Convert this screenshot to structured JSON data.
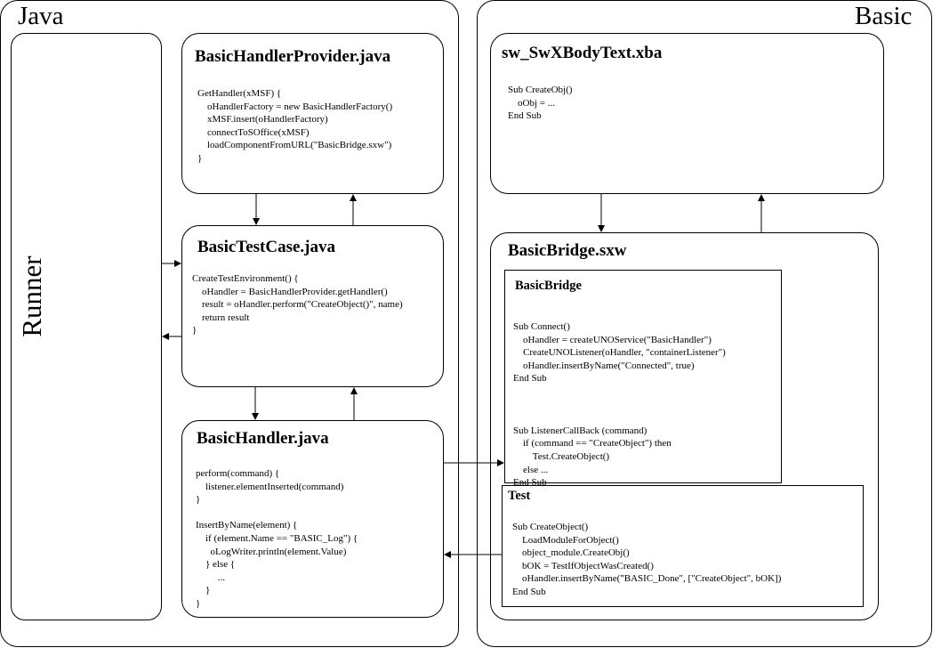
{
  "panels": {
    "java": "Java",
    "basic": "Basic",
    "runner": "Runner"
  },
  "java_boxes": {
    "provider": {
      "title": "BasicHandlerProvider.java",
      "code": "GetHandler(xMSF) {\n    oHandlerFactory = new BasicHandlerFactory()\n    xMSF.insert(oHandlerFactory)\n    connectToSOffice(xMSF)\n    loadComponentFromURL(\"BasicBridge.sxw\")\n}"
    },
    "testcase": {
      "title": "BasicTestCase.java",
      "code": "CreateTestEnvironment() {\n    oHandler = BasicHandlerProvider.getHandler()\n    result = oHandler.perform(\"CreateObject()\", name)\n    return result\n}"
    },
    "handler": {
      "title": "BasicHandler.java",
      "code": "perform(command) {\n    listener.elementInserted(command)\n}\n\nInsertByName(element) {\n    if (element.Name == \"BASIC_Log\") {\n      oLogWriter.println(element.Value)\n    } else {\n         ...\n    }\n}"
    }
  },
  "basic_boxes": {
    "swx": {
      "title": "sw_SwXBodyText.xba",
      "code": "Sub CreateObj()\n    oObj = ...\nEnd Sub"
    },
    "bridge_doc": {
      "title": "BasicBridge.sxw"
    },
    "bridge_module": {
      "title": "BasicBridge",
      "code": "Sub Connect()\n    oHandler = createUNOService(\"BasicHandler\")\n    CreateUNOListener(oHandler, \"containerListener\")\n    oHandler.insertByName(\"Connected\", true)\nEnd Sub\n\n\n\nSub ListenerCallBack (command)\n    if (command == \"CreateObject\") then\n        Test.CreateObject()\n    else ...\nEnd Sub"
    },
    "test_module": {
      "title": "Test",
      "code": "Sub CreateObject()\n    LoadModuleForObject()\n    object_module.CreateObj()\n    bOK = TestIfObjectWasCreated()\n    oHandler.insertByName(\"BASIC_Done\", [\"CreateObject\", bOK])\nEnd Sub"
    }
  }
}
